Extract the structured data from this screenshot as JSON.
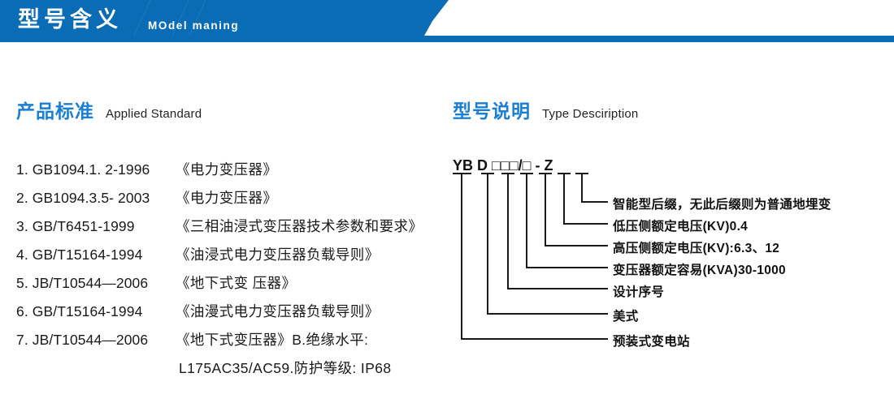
{
  "header": {
    "title_cn": "型号含义",
    "title_en": "MOdel maning",
    "bar_color": "#0a6cb4"
  },
  "sections": {
    "standard": {
      "title_cn": "产品标准",
      "title_en": "Applied Standard",
      "accent_color": "#1a7fd4"
    },
    "type": {
      "title_cn": "型号说明",
      "title_en": "Type Desciription",
      "accent_color": "#1a7fd4"
    }
  },
  "standards": [
    {
      "index": "1.",
      "code": "GB1094.1. 2-1996",
      "name": "《电力变压器》"
    },
    {
      "index": "2.",
      "code": "GB1094.3.5- 2003",
      "name": "《电力变压器》"
    },
    {
      "index": "3.",
      "code": "GB/T6451-1999",
      "name": "《三相油浸式变压器技术参数和要求》"
    },
    {
      "index": "4.",
      "code": "GB/T15164-1994",
      "name": "《油浸式电力变压器负载导则》"
    },
    {
      "index": "5.",
      "code": "JB/T10544—2006",
      "name": "《地下式变 压器》"
    },
    {
      "index": "6.",
      "code": "GB/T15164-1994",
      "name": "《油漫式电力变压器负载导则》"
    },
    {
      "index": "7.",
      "code": "JB/T10544—2006",
      "name": "《地下式变压器》B.绝缘水平:"
    }
  ],
  "standards_continuation": "L175AC35/AC59.防护等级: IP68",
  "type_code": {
    "full": "YB D □□□/□ - Z",
    "segments": [
      "YB",
      "D",
      "□",
      "□",
      "□",
      "/□",
      "-",
      "Z"
    ]
  },
  "type_labels": [
    {
      "text": "智能型后缀，无此后缀则为普通地埋变"
    },
    {
      "text": "低压侧额定电压(KV)0.4"
    },
    {
      "text": "高压侧额定电压(KV):6.3、12"
    },
    {
      "text": "变压器额定容易(KVA)30-1000"
    },
    {
      "text": "设计序号"
    },
    {
      "text": "美式"
    },
    {
      "text": "预装式变电站"
    }
  ]
}
